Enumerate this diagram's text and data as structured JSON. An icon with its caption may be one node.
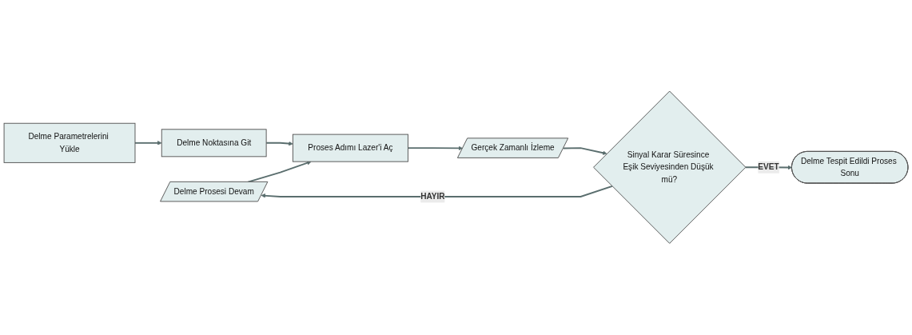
{
  "diagram": {
    "nodes": [
      {
        "text": [
          "Delme Prosesi Devam"
        ]
      },
      {
        "text": [
          "Delme Parametrelerini Yükle"
        ]
      },
      {
        "text": [
          "Delme Noktasına Git"
        ]
      },
      {
        "text": [
          "Proses Adımı Lazer'i Aç"
        ]
      },
      {
        "text": [
          "Gerçek Zamanlı İzleme"
        ]
      },
      {
        "text": [
          "Sinyal Karar Süresince Eşik Seviyesinden Düşük mü?"
        ]
      },
      {
        "text": [
          "Delme Tespit Edildi Proses Sonu"
        ]
      }
    ],
    "edges": [
      {
        "from": 1,
        "to": 2,
        "arrow": "to"
      },
      {
        "from": 2,
        "to": 3,
        "arrow": "to"
      },
      {
        "from": 3,
        "to": 4,
        "arrow": "to"
      },
      {
        "from": 4,
        "to": 5,
        "arrow": "to"
      },
      {
        "from": 5,
        "to": 6,
        "label": "EVET",
        "arrow": "to"
      },
      {
        "from": 5,
        "to": 0,
        "label": "HAYIR",
        "arrow": "to"
      },
      {
        "from": 0,
        "to": 3,
        "arrow": "to"
      }
    ]
  }
}
